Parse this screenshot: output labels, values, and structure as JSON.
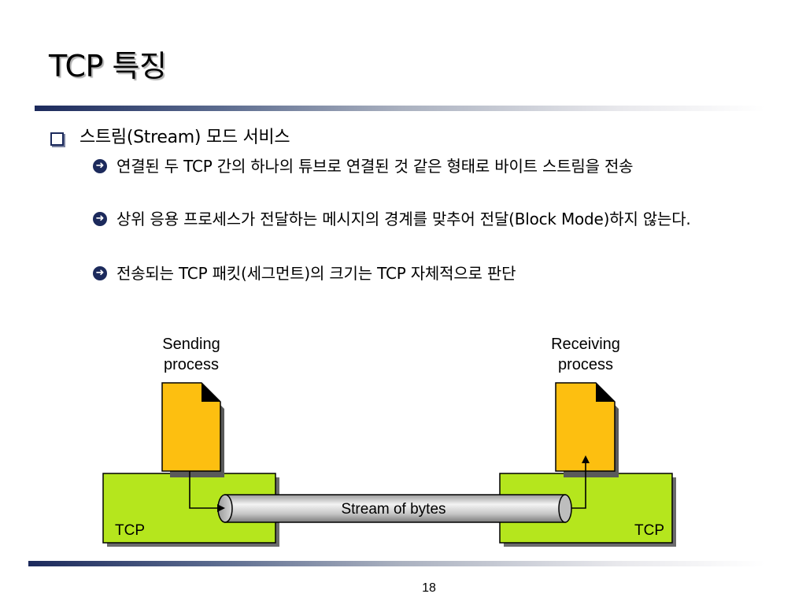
{
  "slide": {
    "title": "TCP 특징",
    "page_number": "18"
  },
  "bullets": {
    "main": "스트림(Stream) 모드 서비스",
    "sub": [
      "연결된 두 TCP 간의 하나의 튜브로 연결된 것 같은 형태로 바이트 스트림을 전송",
      "상위 응용 프로세스가 전달하는 메시지의 경계를 맞추어 전달(Block Mode)하지 않는다.",
      "전송되는 TCP 패킷(세그먼트)의 크기는 TCP 자체적으로 판단"
    ]
  },
  "diagram": {
    "sender_label_line1": "Sending",
    "sender_label_line2": "process",
    "receiver_label_line1": "Receiving",
    "receiver_label_line2": "process",
    "left_box_label": "TCP",
    "right_box_label": "TCP",
    "pipe_label": "Stream of bytes",
    "colors": {
      "tcp_box": "#b5e61d",
      "document": "#fdbf10",
      "pipe": "#c8c8c8",
      "accent_rule": "#1c2a5c"
    }
  },
  "icons": {
    "main_bullet": "square-bullet-icon",
    "sub_bullet": "arrow-circle-bullet-icon",
    "document": "document-icon"
  }
}
